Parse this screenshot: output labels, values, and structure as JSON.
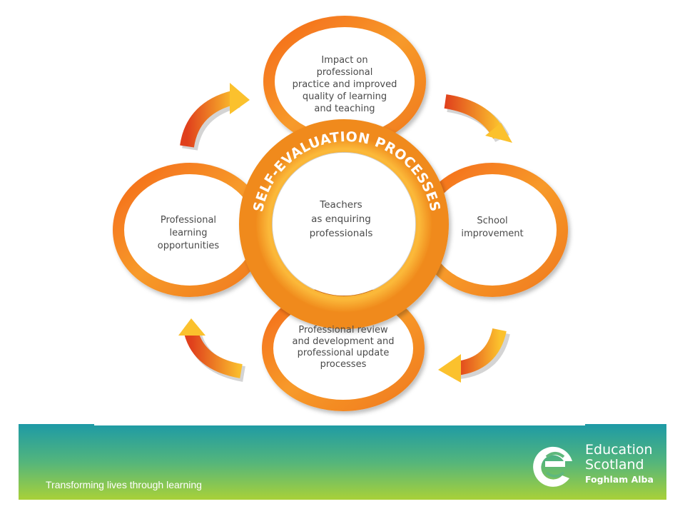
{
  "diagram": {
    "center_title": "SELF-EVALUATION PROCESSES",
    "center_lines": [
      "Teachers",
      "as enquiring",
      "professionals"
    ],
    "nodes": {
      "top": [
        "Impact on",
        "professional",
        "practice and improved",
        "quality of learning",
        "and teaching"
      ],
      "right": [
        "School",
        "improvement"
      ],
      "bottom": [
        "Professional review",
        "and development and",
        "professional update",
        "processes"
      ],
      "left": [
        "Professional",
        "learning",
        "opportunities"
      ]
    },
    "colors": {
      "ring_orange": "#f07a1c",
      "ring_light": "#f9a534",
      "arrow_red": "#e24a1f",
      "arrow_yellow": "#fbc02d"
    }
  },
  "footer": {
    "tagline": "Transforming lives through learning",
    "brand_line1": "Education",
    "brand_line2": "Scotland",
    "brand_gaelic": "Foghlam Alba"
  }
}
